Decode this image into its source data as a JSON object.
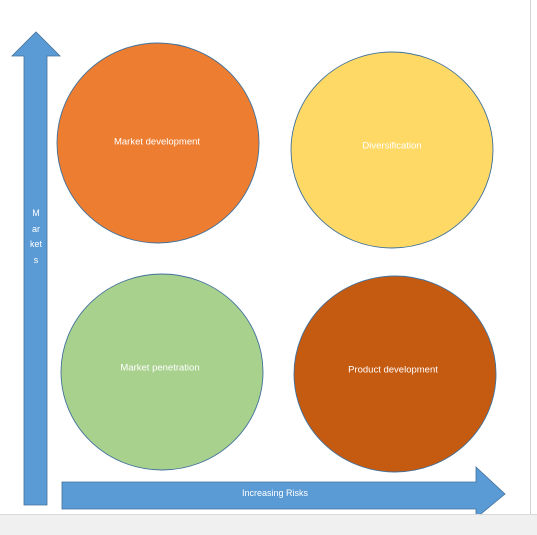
{
  "colors": {
    "arrow": "#5b9bd5",
    "market_development": "#ed7d31",
    "diversification": "#ffd966",
    "market_penetration": "#a9d18e",
    "product_development": "#c55a11",
    "circle_outline": "#41719c"
  },
  "circles": {
    "market_development": "Market development",
    "diversification": "Diversification",
    "market_penetration": "Market penetration",
    "product_development": "Product development"
  },
  "axes": {
    "vertical": "Markets",
    "horizontal": "Increasing Risks"
  }
}
